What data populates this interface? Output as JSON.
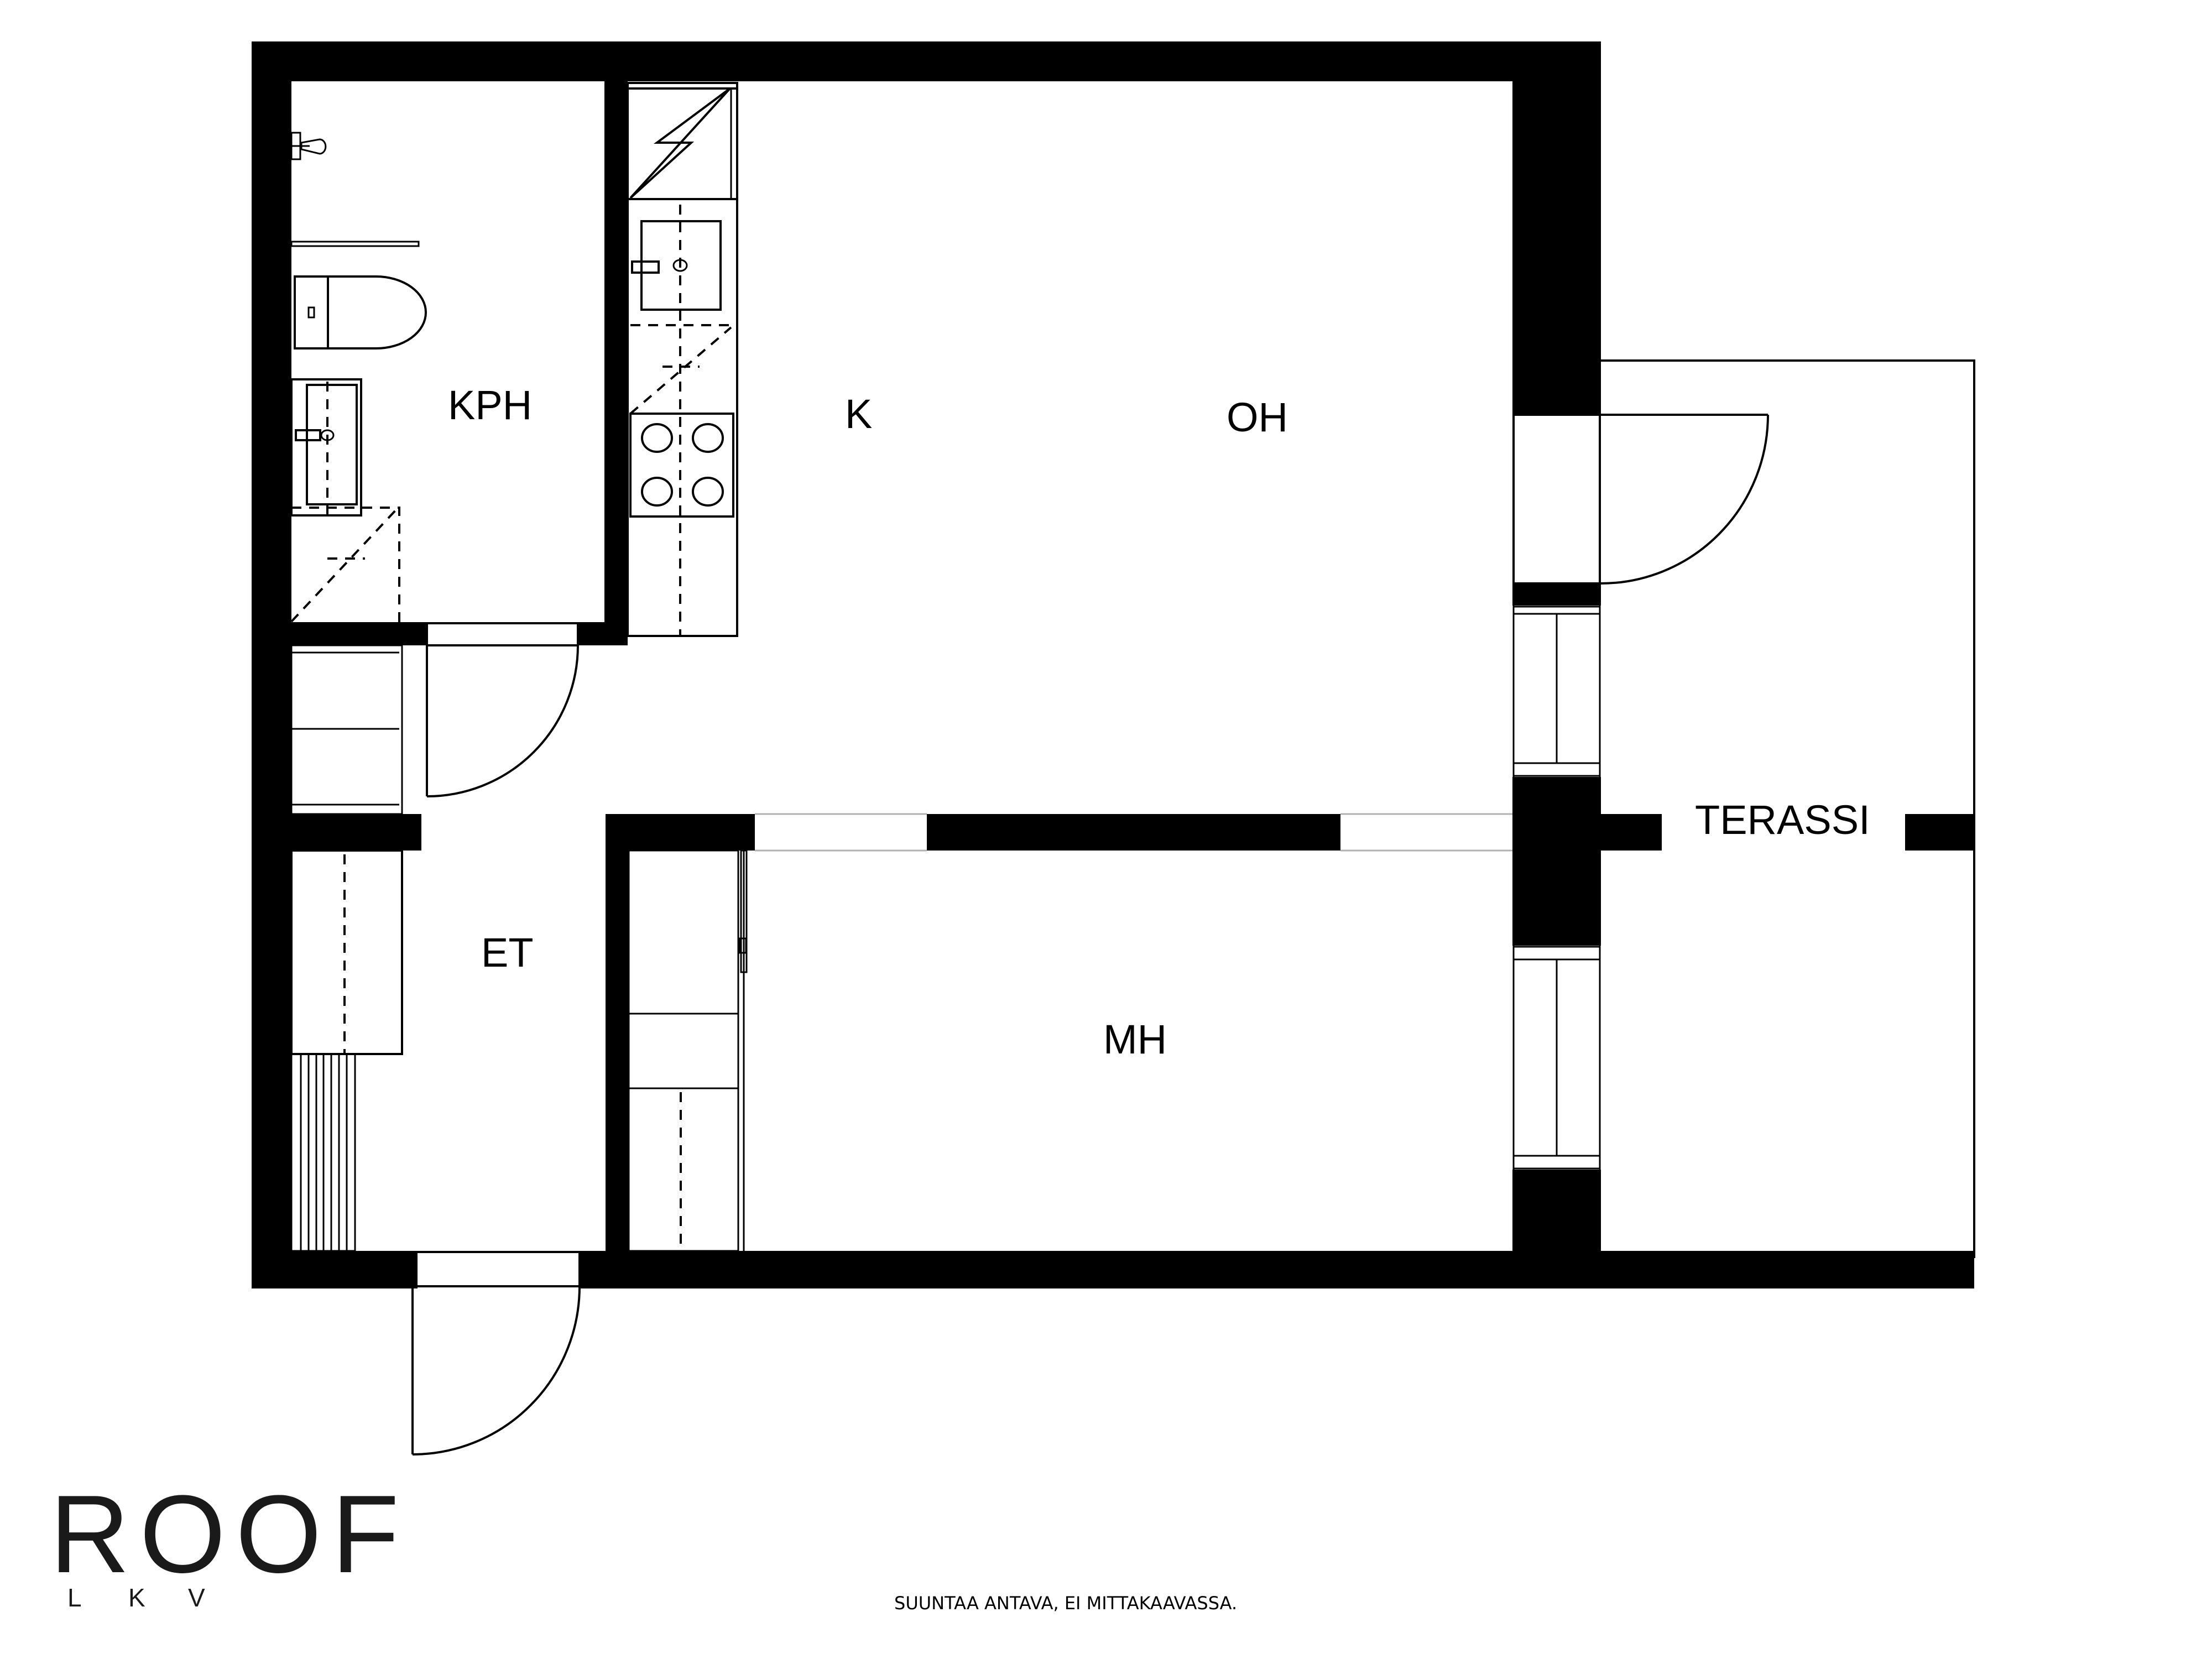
{
  "floorplan": {
    "rooms": {
      "bathroom": "KPH",
      "kitchen": "K",
      "living_room": "OH",
      "hallway": "ET",
      "bedroom": "MH",
      "terrace": "TERASSI"
    }
  },
  "branding": {
    "logo_main": "ROOF",
    "logo_sub_l": "L",
    "logo_sub_k": "K",
    "logo_sub_v": "V"
  },
  "footer": {
    "disclaimer": "SUUNTAA ANTAVA, EI MITTAKAAVASSA."
  },
  "colors": {
    "wall": "#000000",
    "background": "#ffffff",
    "logo": "#1a1a1a"
  }
}
